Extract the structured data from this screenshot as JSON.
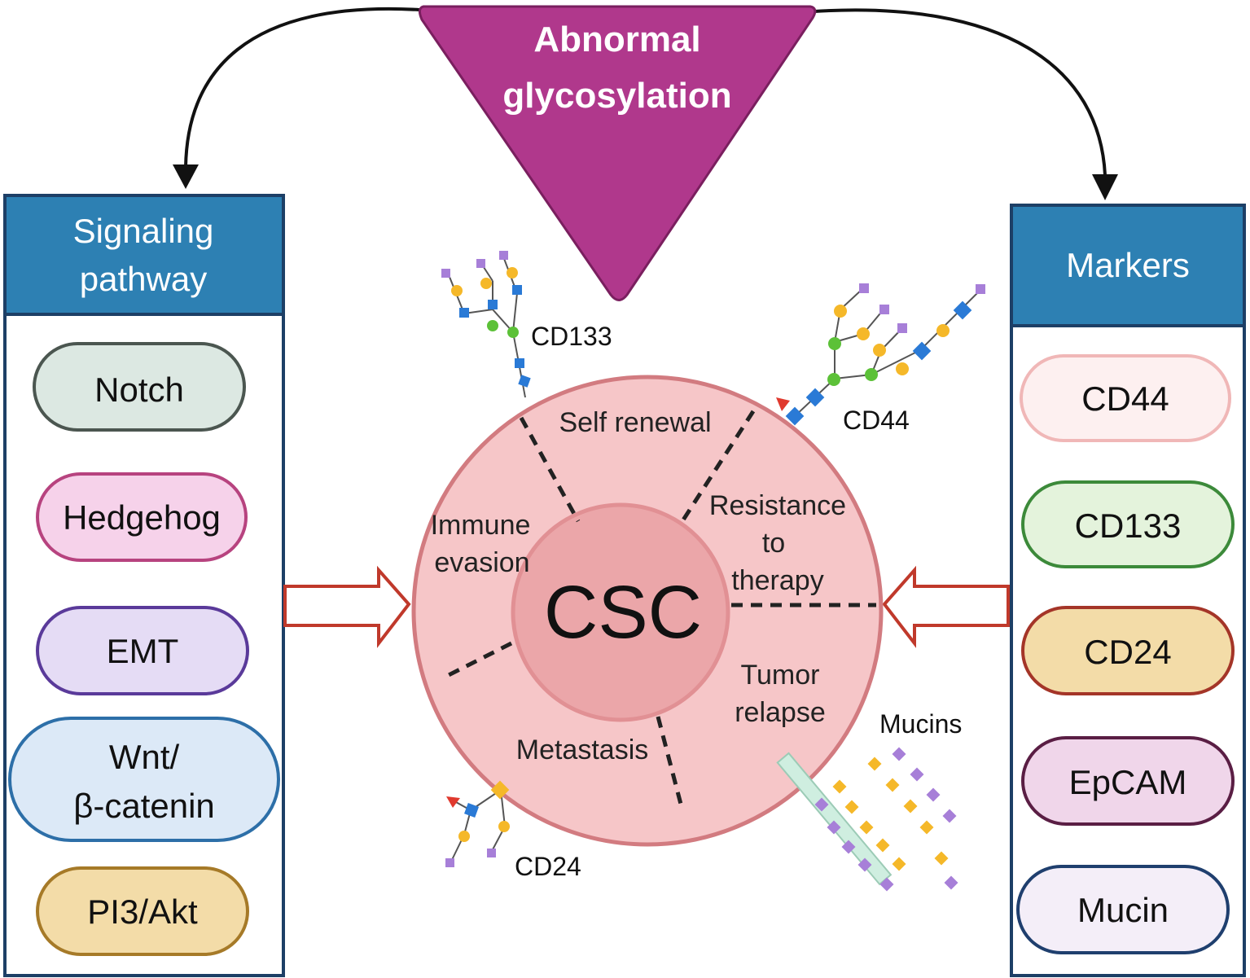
{
  "top": {
    "title_line1": "Abnormal",
    "title_line2": "glycosylation",
    "color": "#b0388c"
  },
  "left_panel": {
    "title_line1": "Signaling",
    "title_line2": "pathway",
    "header_color": "#2d80b3",
    "items": [
      {
        "label": "Notch",
        "fill": "#dce8e2",
        "stroke": "#4b5650"
      },
      {
        "label": "Hedgehog",
        "fill": "#f6d2ea",
        "stroke": "#b7437f"
      },
      {
        "label": "EMT",
        "fill": "#e5dcf5",
        "stroke": "#5a3a9a"
      },
      {
        "label_line1": "Wnt/",
        "label_line2": "β-catenin",
        "fill": "#dce9f7",
        "stroke": "#2d6fa8"
      },
      {
        "label": "PI3/Akt",
        "fill": "#f3dca8",
        "stroke": "#a67a28"
      }
    ]
  },
  "right_panel": {
    "title": "Markers",
    "header_color": "#2d80b3",
    "items": [
      {
        "label": "CD44",
        "fill": "#fdf0f0",
        "stroke": "#f0b7b7"
      },
      {
        "label": "CD133",
        "fill": "#e4f3dc",
        "stroke": "#3c8a3a"
      },
      {
        "label": "CD24",
        "fill": "#f3dca8",
        "stroke": "#a43528"
      },
      {
        "label": "EpCAM",
        "fill": "#f0d6ea",
        "stroke": "#5a1e44"
      },
      {
        "label": "Mucin",
        "fill": "#f4eef8",
        "stroke": "#1f3f6e"
      }
    ]
  },
  "cell": {
    "center_label": "CSC",
    "sectors": {
      "self_renewal": "Self renewal",
      "resistance_line1": "Resistance",
      "resistance_line2": "to",
      "resistance_line3": "therapy",
      "tumor_line1": "Tumor",
      "tumor_line2": "relapse",
      "metastasis": "Metastasis",
      "immune_line1": "Immune",
      "immune_line2": "evasion"
    },
    "outer_fill": "#f6c6c8",
    "outer_stroke": "#d27b80",
    "inner_fill": "#eba6a9"
  },
  "glycans": {
    "cd133": "CD133",
    "cd44": "CD44",
    "cd24": "CD24",
    "mucins": "Mucins"
  },
  "colors": {
    "purple_square": "#a77fd8",
    "orange_circle": "#f5b829",
    "blue_square": "#2a7ad6",
    "green_circle": "#5cc138",
    "red_triangle": "#e0392e",
    "arrow_red": "#c0392b",
    "mucin_stem": "#cfeee0"
  }
}
